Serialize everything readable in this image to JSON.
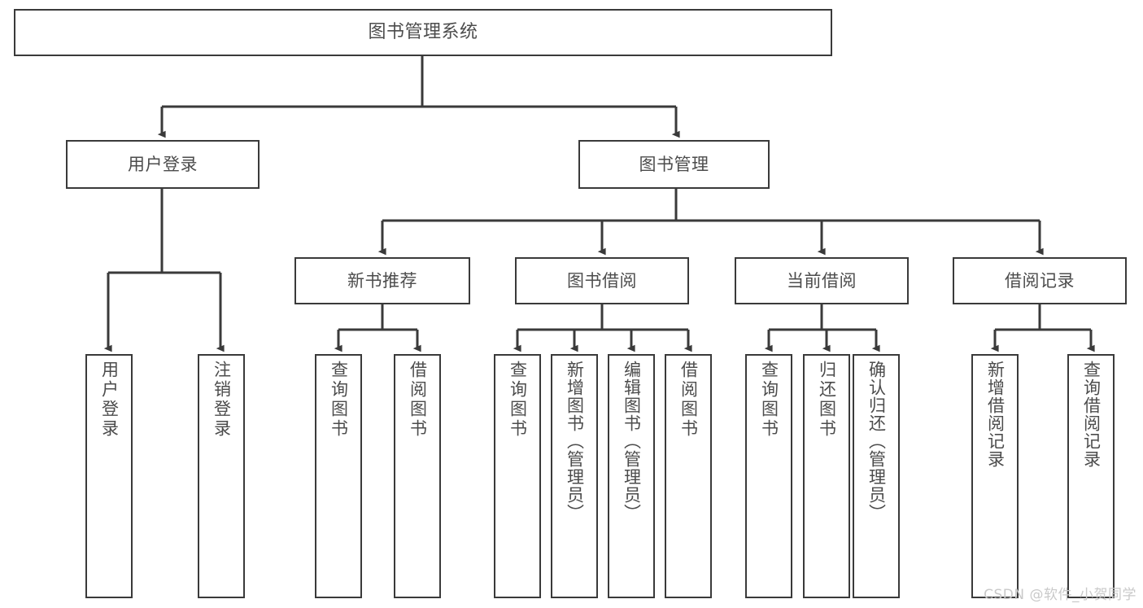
{
  "diagram": {
    "title": "图书管理系统",
    "type": "tree",
    "watermark": "CSDN @软件_小贺同学",
    "colors": {
      "box_border": "#3a3a3a",
      "box_fill": "#ffffff",
      "connector": "#3a3a3a",
      "text": "#4c4c4c",
      "watermark": "#c9c9c9",
      "background": "#ffffff"
    },
    "nodes": {
      "root": {
        "label": "图书管理系统",
        "level": 0
      },
      "level1": [
        {
          "id": "user-login",
          "label": "用户登录"
        },
        {
          "id": "book-manage",
          "label": "图书管理"
        }
      ],
      "level2": [
        {
          "id": "new-book-recommend",
          "label": "新书推荐",
          "parent": "book-manage"
        },
        {
          "id": "book-borrow",
          "label": "图书借阅",
          "parent": "book-manage"
        },
        {
          "id": "current-borrow",
          "label": "当前借阅",
          "parent": "book-manage"
        },
        {
          "id": "borrow-record",
          "label": "借阅记录",
          "parent": "book-manage"
        }
      ],
      "leaves": [
        {
          "id": "leaf-user-login",
          "label": "用户登录",
          "parent": "user-login"
        },
        {
          "id": "leaf-logout-login",
          "label": "注销登录",
          "parent": "user-login"
        },
        {
          "id": "leaf-query-book-1",
          "label": "查询图书",
          "parent": "new-book-recommend"
        },
        {
          "id": "leaf-borrow-book-1",
          "label": "借阅图书",
          "parent": "new-book-recommend"
        },
        {
          "id": "leaf-query-book-2",
          "label": "查询图书",
          "parent": "book-borrow"
        },
        {
          "id": "leaf-add-book",
          "label": "新增图书（管理员）",
          "parent": "book-borrow"
        },
        {
          "id": "leaf-edit-book",
          "label": "编辑图书（管理员）",
          "parent": "book-borrow"
        },
        {
          "id": "leaf-borrow-book-2",
          "label": "借阅图书",
          "parent": "book-borrow"
        },
        {
          "id": "leaf-query-book-3",
          "label": "查询图书",
          "parent": "current-borrow"
        },
        {
          "id": "leaf-return-book",
          "label": "归还图书",
          "parent": "current-borrow"
        },
        {
          "id": "leaf-confirm-return",
          "label": "确认归还（管理员）",
          "parent": "current-borrow"
        },
        {
          "id": "leaf-add-record",
          "label": "新增借阅记录",
          "parent": "borrow-record"
        },
        {
          "id": "leaf-query-record",
          "label": "查询借阅记录",
          "parent": "borrow-record"
        }
      ]
    }
  }
}
